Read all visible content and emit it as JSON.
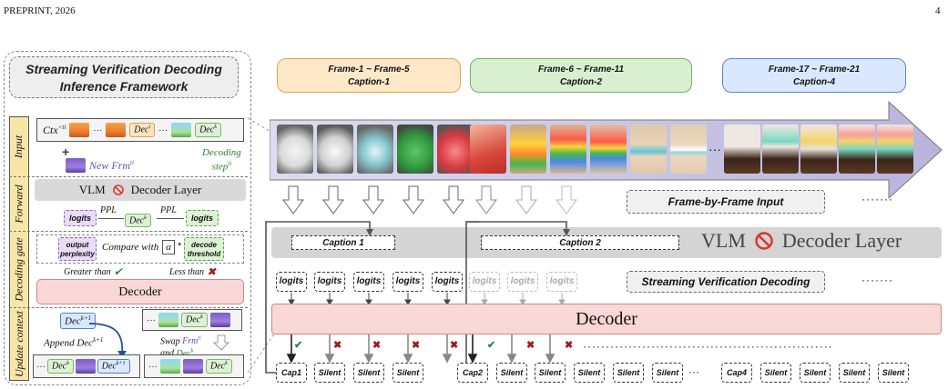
{
  "header": {
    "left": "PREPRINT, 2026",
    "page": "4"
  },
  "framework": {
    "title_line1": "Streaming Verification Decoding",
    "title_line2": "Inference Framework",
    "stages": [
      "Input",
      "Forward",
      "Decoding gate",
      "Update context"
    ],
    "input": {
      "ctx": "Ctx",
      "ctx_sup": "<ti",
      "dots": "···",
      "dec_i": "Dec",
      "dec_i_sup": "i",
      "dec_k": "Dec",
      "dec_k_sup": "k",
      "plus": "+",
      "new_frm": "New Frm",
      "new_frm_sup": "ti",
      "decoding_step": "Decoding",
      "decoding_step2": "step",
      "decoding_step_sup": "ti"
    },
    "forward": {
      "vlm": "VLM",
      "decoder_layer": "Decoder Layer",
      "logits_left": "logits",
      "ppl_left": "PPL",
      "dec_k": "Dec",
      "dec_k_sup": "k",
      "ppl_right": "PPL",
      "logits_right": "logits"
    },
    "gate": {
      "output_perplexity": "output perplexity",
      "compare_with": "Compare with",
      "alpha": "α",
      "star": "*",
      "decode_threshold": "decode threshold",
      "greater_than": "Greater than",
      "less_than": "Less than",
      "decoder": "Decoder"
    },
    "update": {
      "dec_k1": "Dec",
      "dec_k1_sup": "k+1",
      "append": "Append",
      "append_dec": "Dec",
      "append_dec_sup": "k+1",
      "swap": "Swap",
      "swap_frm": "Frm",
      "swap_frm_sup": "ti",
      "and": "and",
      "swap_dec": "Dec",
      "swap_dec_sup": "k",
      "dots": "···",
      "dec_k": "Dec",
      "dec_k_sup": "k",
      "result_dec_k1": "Dec",
      "result_dec_k1_sup": "k+1"
    }
  },
  "pipeline": {
    "captions": [
      {
        "frames": "Frame-1 ~ Frame-5",
        "caption": "Caption-1",
        "bg": "#fde8c7",
        "border": "#e7a44e"
      },
      {
        "frames": "Frame-6 ~ Frame-11",
        "caption": "Caption-2",
        "bg": "#d8f0cf",
        "border": "#72b35f"
      },
      {
        "frames": "Frame-17 ~ Frame-21",
        "caption": "Caption-4",
        "bg": "#d9e8ff",
        "border": "#5b86d6"
      }
    ],
    "frame_dots": "···",
    "frame_by_frame": "Frame-by-Frame Input",
    "right_dots_1": "·······",
    "caption_slot_1": "Caption 1",
    "caption_slot_2": "Caption 2",
    "vlm": "VLM",
    "decoder_layer": "Decoder Layer",
    "logits": [
      "logits",
      "logits",
      "logits",
      "logits",
      "logits",
      "logits",
      "logits",
      "logits"
    ],
    "svd_label": "Streaming Verification Decoding",
    "right_dots_2": "·······",
    "decoder": "Decoder",
    "outputs": [
      "Cap1",
      "Silent",
      "Silent",
      "Silent",
      "Cap2",
      "Silent",
      "Silent",
      "Silent",
      "Silent",
      "Silent",
      "Cap4",
      "Silent",
      "Silent",
      "Silent",
      "Silent"
    ],
    "output_dots": "···",
    "long_dots": "·······················································"
  }
}
